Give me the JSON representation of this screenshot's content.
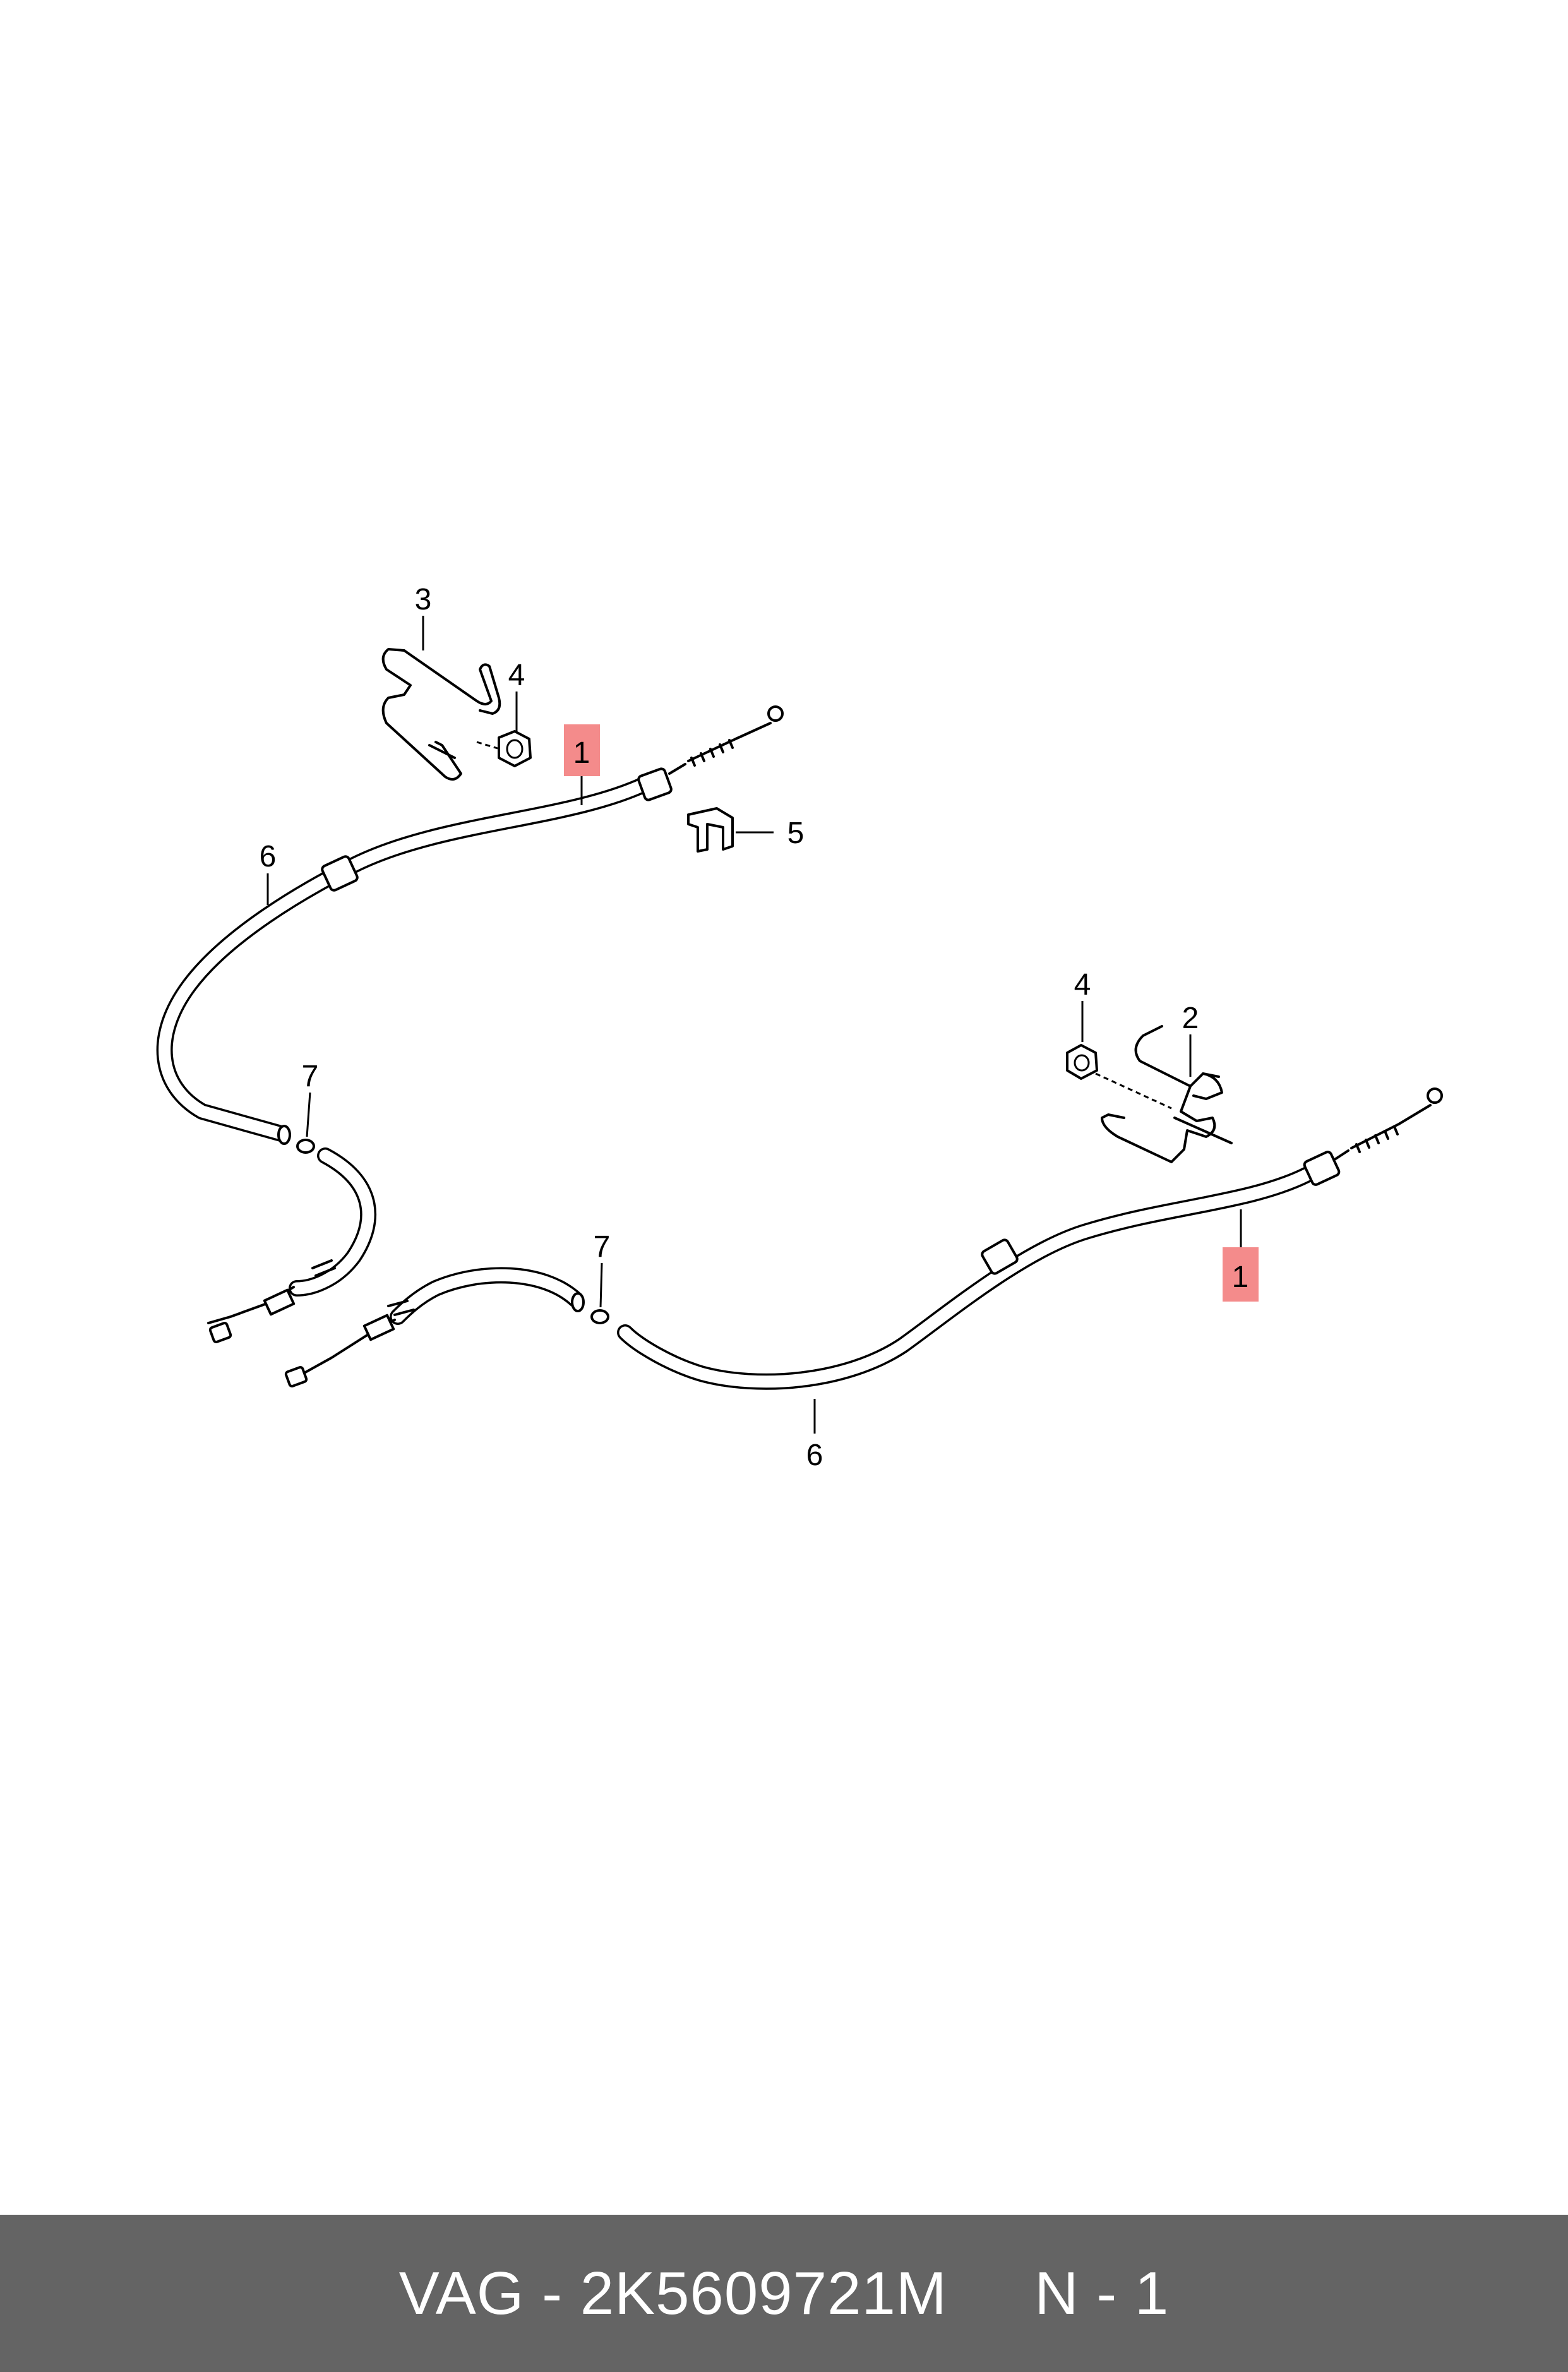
{
  "callouts": [
    {
      "label": "1",
      "highlighted": true
    },
    {
      "label": "3"
    },
    {
      "label": "4"
    },
    {
      "label": "5"
    },
    {
      "label": "6"
    },
    {
      "label": "7"
    },
    {
      "label": "1",
      "highlighted": true
    },
    {
      "label": "2"
    },
    {
      "label": "4"
    },
    {
      "label": "6"
    },
    {
      "label": "7"
    }
  ],
  "highlight_color": "#f48b8b",
  "footer": {
    "text": "VAG - 2K5609721M     N - 1",
    "background": "#646464",
    "color": "#ffffff"
  }
}
